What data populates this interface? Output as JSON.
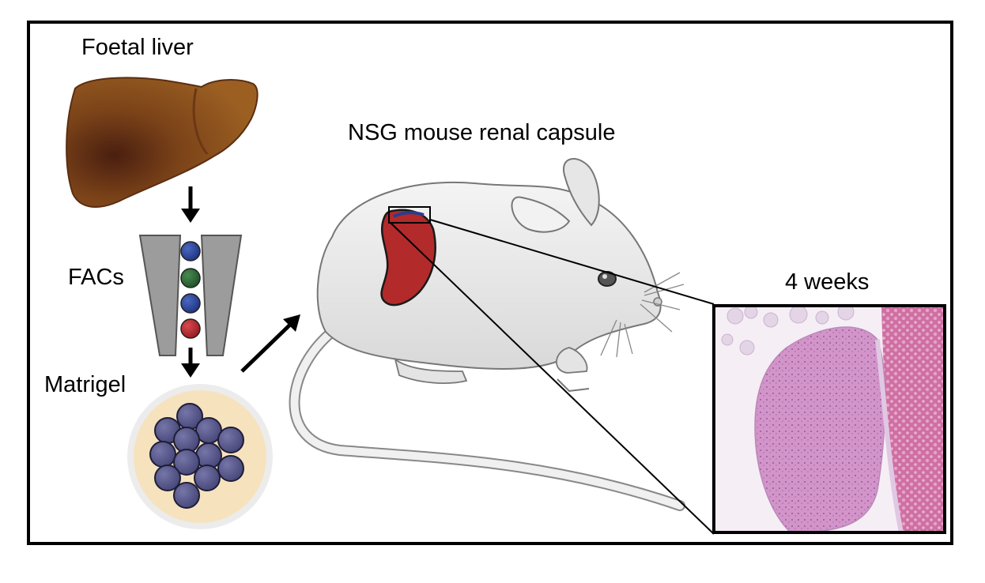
{
  "labels": {
    "foetal_liver": "Foetal liver",
    "facs": "FACs",
    "matrigel": "Matrigel",
    "mouse": "NSG mouse renal capsule",
    "timepoint": "4 weeks"
  },
  "colors": {
    "liver": "#8a4f1d",
    "kidney": "#b22a2a",
    "cell_blue": "#2d4a9a",
    "cell_green": "#2f6b38",
    "cell_red": "#b7252a",
    "organoid": "#5a5a8e",
    "matrigel": "#f7e3bf",
    "mouse_body": "#ececec",
    "histology": "#d78fcb"
  },
  "icons": [
    "liver-icon",
    "arrow-down-icon",
    "facs-sorter-icon",
    "matrigel-dish-icon",
    "arrow-diagonal-icon",
    "mouse-icon",
    "kidney-icon",
    "histology-image"
  ]
}
